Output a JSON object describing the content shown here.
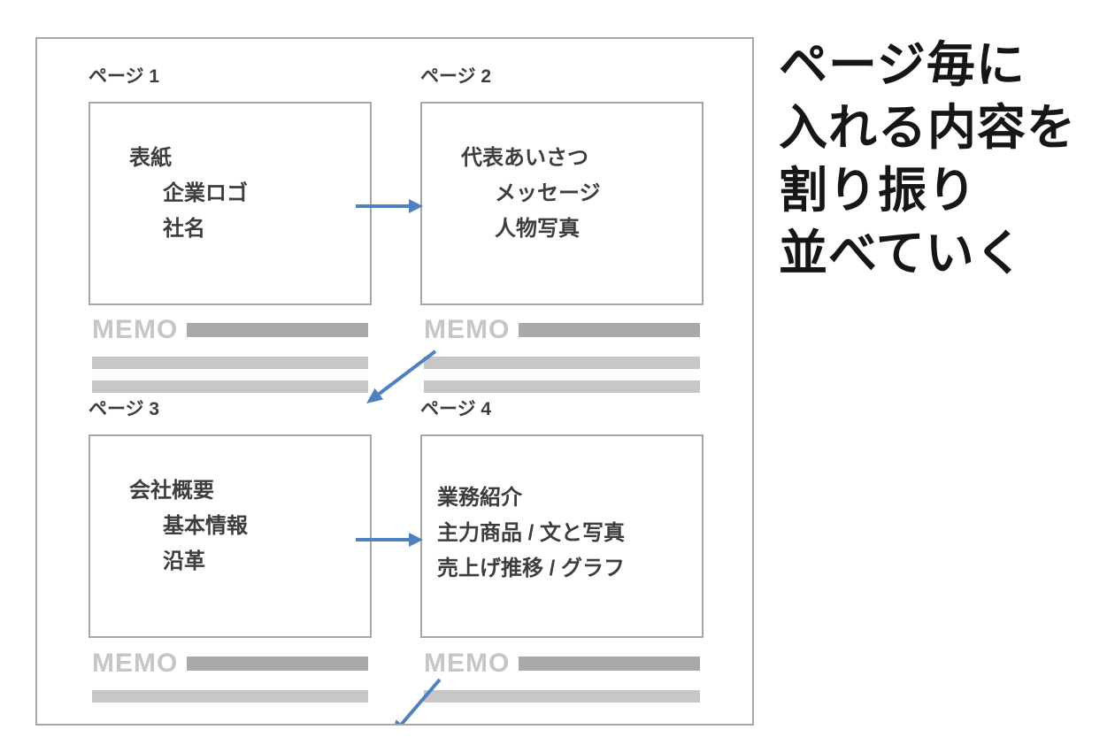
{
  "title": {
    "lines": [
      "ページ毎に",
      "入れる内容を",
      "割り振り",
      "並べていく"
    ]
  },
  "memo_label": "MEMO",
  "pages": [
    {
      "label": "ページ 1",
      "lines": [
        "表紙",
        "企業ロゴ",
        "社名"
      ]
    },
    {
      "label": "ページ 2",
      "lines": [
        "代表あいさつ",
        "メッセージ",
        "人物写真"
      ]
    },
    {
      "label": "ページ 3",
      "lines": [
        "会社概要",
        "基本情報",
        "沿革"
      ]
    },
    {
      "label": "ページ 4",
      "lines": [
        "業務紹介",
        "主力商品 / 文と写真",
        "売上げ推移 / グラフ"
      ]
    }
  ],
  "colors": {
    "arrow": "#4f81bd",
    "border": "#a6a6a6",
    "text": "#3d3d3d",
    "memo": "#c6c6c6",
    "memobar": "#c7c7c7",
    "memobardark": "#a9a9a9",
    "title": "#161616"
  }
}
